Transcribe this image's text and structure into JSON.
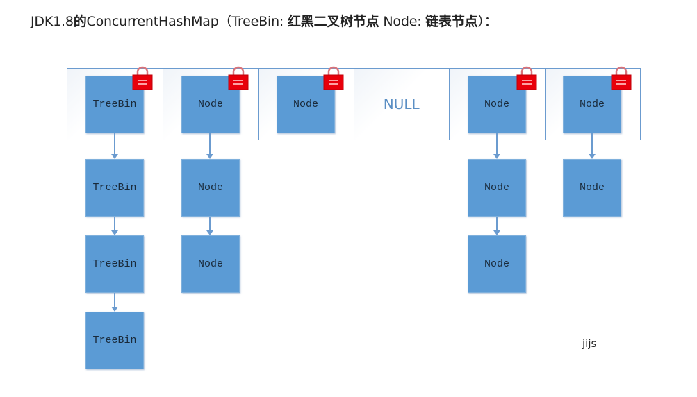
{
  "title": {
    "prefix": "JDK1.8",
    "bold1": "的",
    "mid": "ConcurrentHashMap（TreeBin: ",
    "bold2": "红黑二叉树节点",
    "mid2": " Node: ",
    "bold3": "链表节点",
    "suffix": "）："
  },
  "table": {
    "slots": [
      {
        "label": "TreeBin",
        "locked": true
      },
      {
        "label": "Node",
        "locked": true
      },
      {
        "label": "Node",
        "locked": true
      },
      {
        "label": "NULL",
        "locked": false,
        "empty": true
      },
      {
        "label": "Node",
        "locked": true
      },
      {
        "label": "Node",
        "locked": true
      }
    ]
  },
  "chains": {
    "col0": [
      "TreeBin",
      "TreeBin",
      "TreeBin"
    ],
    "col1": [
      "Node",
      "Node"
    ],
    "col4": [
      "Node",
      "Node"
    ],
    "col5": [
      "Node"
    ]
  },
  "watermark": "jijs",
  "colors": {
    "node_fill": "#5b9bd5",
    "border": "#6b9bcf",
    "lock": "#e8000b",
    "null_text": "#5b8fc4"
  },
  "icons": {
    "lock": "padlock-icon"
  }
}
